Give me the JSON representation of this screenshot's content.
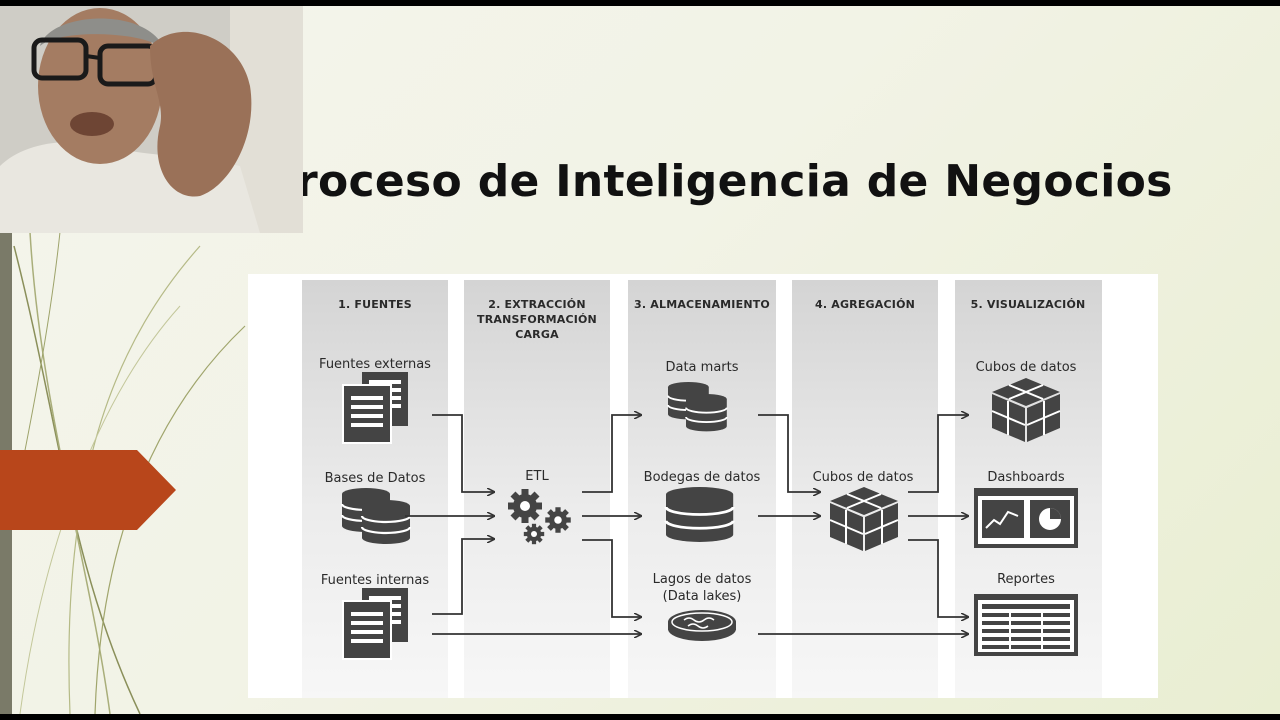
{
  "slide": {
    "title": "roceso de Inteligencia de Negocios"
  },
  "video": {
    "participant": "presenter-webcam"
  },
  "colors": {
    "accent_arrow": "#b8461b",
    "column_bg": "#d9d9d9",
    "icon_fill": "#444444"
  },
  "diagram": {
    "columns": [
      {
        "header": [
          "1. FUENTES"
        ]
      },
      {
        "header": [
          "2. EXTRACCIÓN",
          "TRANSFORMACIÓN",
          "CARGA"
        ]
      },
      {
        "header": [
          "3. ALMACENAMIENTO"
        ]
      },
      {
        "header": [
          "4. AGREGACIÓN"
        ]
      },
      {
        "header": [
          "5. VISUALIZACIÓN"
        ]
      }
    ],
    "sources": {
      "external": "Fuentes externas",
      "databases": "Bases de Datos",
      "internal": "Fuentes internas"
    },
    "etl": "ETL",
    "storage": {
      "data_marts": "Data marts",
      "warehouses": "Bodegas de datos",
      "lakes": "Lagos de datos",
      "lakes_en": "(Data lakes)"
    },
    "aggregation": "Cubos de datos",
    "visualization": {
      "cubes": "Cubos de datos",
      "dashboards": "Dashboards",
      "reports": "Reportes"
    }
  }
}
